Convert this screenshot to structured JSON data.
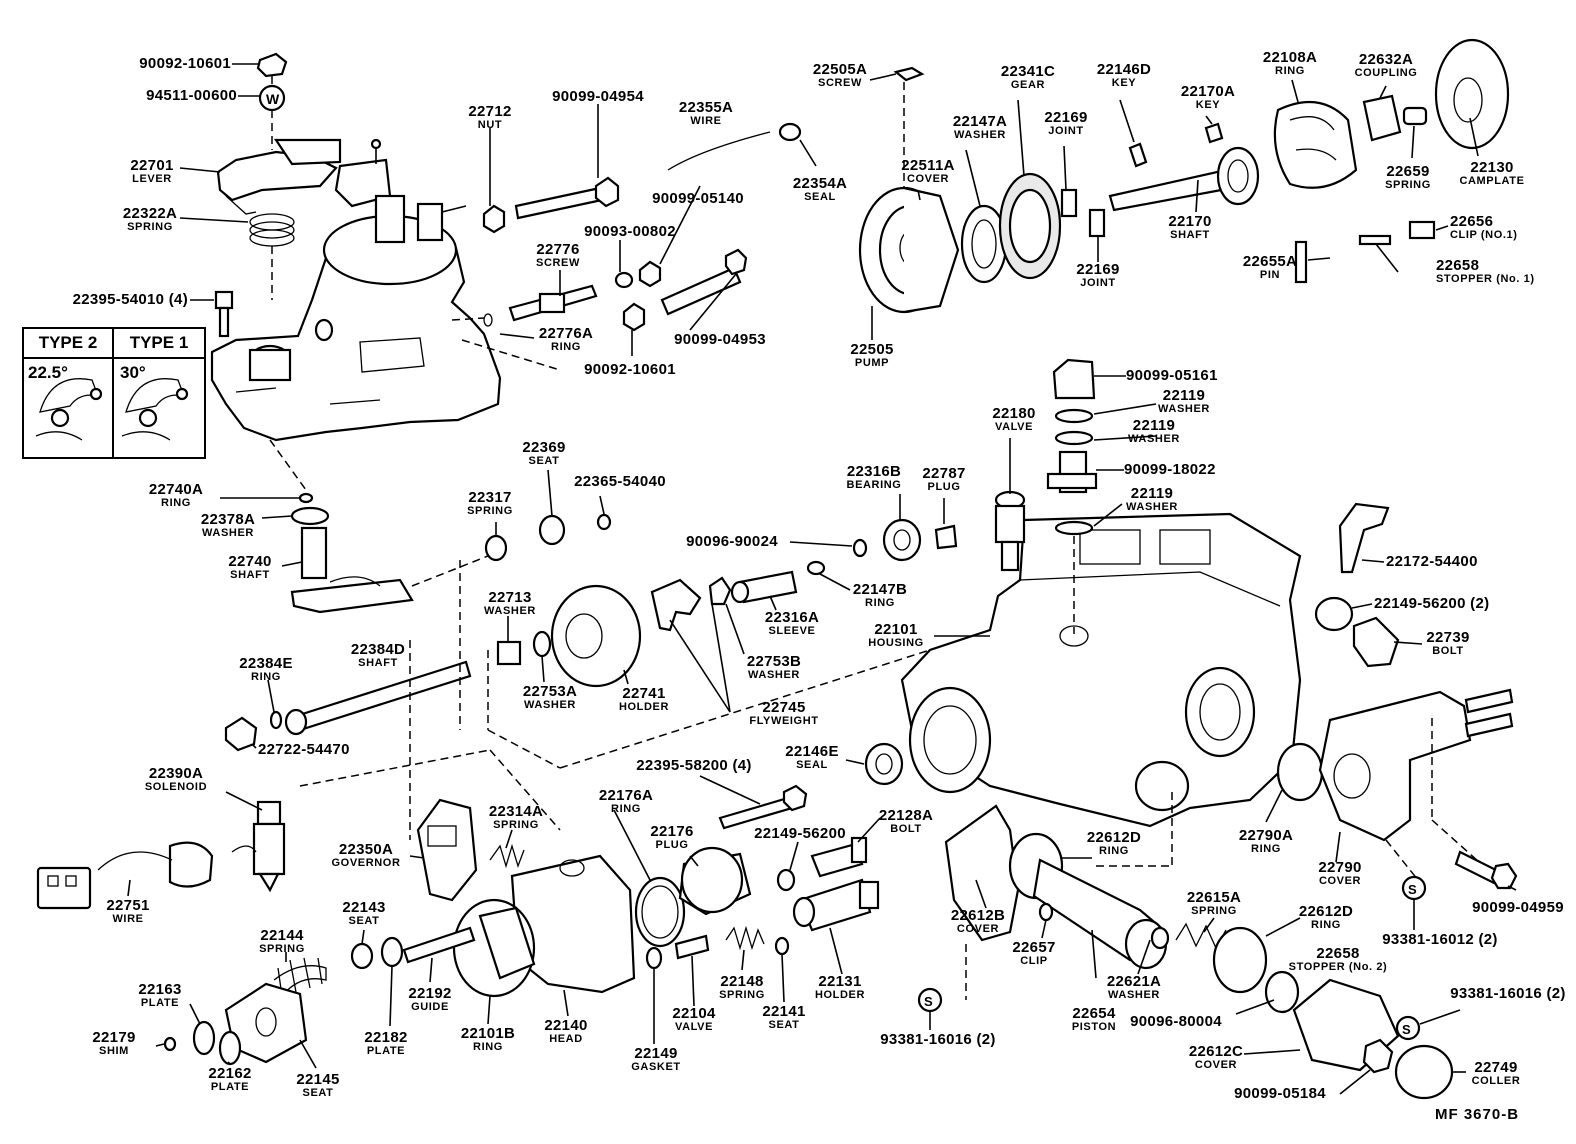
{
  "diagram": {
    "reference_code": "MF  3670-B",
    "type_box": {
      "type2_label": "TYPE 2",
      "type1_label": "TYPE 1",
      "type2_angle": "22.5°",
      "type1_angle": "30°"
    },
    "labels": [
      {
        "pn": "90092-10601",
        "nm": ""
      },
      {
        "pn": "94511-00600",
        "nm": ""
      },
      {
        "pn": "22701",
        "nm": "LEVER"
      },
      {
        "pn": "22322A",
        "nm": "SPRING"
      },
      {
        "pn": "22395-54010 (4)",
        "nm": ""
      },
      {
        "pn": "22712",
        "nm": "NUT"
      },
      {
        "pn": "90099-04954",
        "nm": ""
      },
      {
        "pn": "22355A",
        "nm": "WIRE"
      },
      {
        "pn": "22354A",
        "nm": "SEAL"
      },
      {
        "pn": "90099-05140",
        "nm": ""
      },
      {
        "pn": "90093-00802",
        "nm": ""
      },
      {
        "pn": "22776",
        "nm": "SCREW"
      },
      {
        "pn": "22776A",
        "nm": "RING"
      },
      {
        "pn": "90092-10601",
        "nm": ""
      },
      {
        "pn": "90099-04953",
        "nm": ""
      },
      {
        "pn": "22505A",
        "nm": "SCREW"
      },
      {
        "pn": "22341C",
        "nm": "GEAR"
      },
      {
        "pn": "22146D",
        "nm": "KEY"
      },
      {
        "pn": "22147A",
        "nm": "WASHER"
      },
      {
        "pn": "22169",
        "nm": "JOINT"
      },
      {
        "pn": "22511A",
        "nm": "COVER"
      },
      {
        "pn": "22170A",
        "nm": "KEY"
      },
      {
        "pn": "22108A",
        "nm": "RING"
      },
      {
        "pn": "22632A",
        "nm": "COUPLING"
      },
      {
        "pn": "22659",
        "nm": "SPRING"
      },
      {
        "pn": "22130",
        "nm": "CAMPLATE"
      },
      {
        "pn": "22170",
        "nm": "SHAFT"
      },
      {
        "pn": "22169",
        "nm": "JOINT"
      },
      {
        "pn": "22656",
        "nm": "CLIP (NO.1)"
      },
      {
        "pn": "22655A",
        "nm": "PIN"
      },
      {
        "pn": "22658",
        "nm": "STOPPER (No. 1)"
      },
      {
        "pn": "22505",
        "nm": "PUMP"
      },
      {
        "pn": "90099-05161",
        "nm": ""
      },
      {
        "pn": "22119",
        "nm": "WASHER"
      },
      {
        "pn": "22119",
        "nm": "WASHER"
      },
      {
        "pn": "22180",
        "nm": "VALVE"
      },
      {
        "pn": "90099-18022",
        "nm": ""
      },
      {
        "pn": "22119",
        "nm": "WASHER"
      },
      {
        "pn": "22740A",
        "nm": "RING"
      },
      {
        "pn": "22378A",
        "nm": "WASHER"
      },
      {
        "pn": "22740",
        "nm": "SHAFT"
      },
      {
        "pn": "22369",
        "nm": "SEAT"
      },
      {
        "pn": "22365-54040",
        "nm": ""
      },
      {
        "pn": "22317",
        "nm": "SPRING"
      },
      {
        "pn": "22316B",
        "nm": "BEARING"
      },
      {
        "pn": "22787",
        "nm": "PLUG"
      },
      {
        "pn": "90096-90024",
        "nm": ""
      },
      {
        "pn": "22147B",
        "nm": "RING"
      },
      {
        "pn": "22316A",
        "nm": "SLEEVE"
      },
      {
        "pn": "22172-54400",
        "nm": ""
      },
      {
        "pn": "22149-56200 (2)",
        "nm": ""
      },
      {
        "pn": "22739",
        "nm": "BOLT"
      },
      {
        "pn": "22101",
        "nm": "HOUSING"
      },
      {
        "pn": "22713",
        "nm": "WASHER"
      },
      {
        "pn": "22384D",
        "nm": "SHAFT"
      },
      {
        "pn": "22384E",
        "nm": "RING"
      },
      {
        "pn": "22753A",
        "nm": "WASHER"
      },
      {
        "pn": "22741",
        "nm": "HOLDER"
      },
      {
        "pn": "22753B",
        "nm": "WASHER"
      },
      {
        "pn": "22745",
        "nm": "FLYWEIGHT"
      },
      {
        "pn": "22722-54470",
        "nm": ""
      },
      {
        "pn": "22390A",
        "nm": "SOLENOID"
      },
      {
        "pn": "22395-58200 (4)",
        "nm": ""
      },
      {
        "pn": "22146E",
        "nm": "SEAL"
      },
      {
        "pn": "22176A",
        "nm": "RING"
      },
      {
        "pn": "22314A",
        "nm": "SPRING"
      },
      {
        "pn": "22176",
        "nm": "PLUG"
      },
      {
        "pn": "22149-56200",
        "nm": ""
      },
      {
        "pn": "22128A",
        "nm": "BOLT"
      },
      {
        "pn": "22612D",
        "nm": "RING"
      },
      {
        "pn": "22790A",
        "nm": "RING"
      },
      {
        "pn": "22790",
        "nm": "COVER"
      },
      {
        "pn": "22350A",
        "nm": "GOVERNOR"
      },
      {
        "pn": "22751",
        "nm": "WIRE"
      },
      {
        "pn": "22143",
        "nm": "SEAT"
      },
      {
        "pn": "22144",
        "nm": "SPRING"
      },
      {
        "pn": "22163",
        "nm": "PLATE"
      },
      {
        "pn": "22179",
        "nm": "SHIM"
      },
      {
        "pn": "22162",
        "nm": "PLATE"
      },
      {
        "pn": "22145",
        "nm": "SEAT"
      },
      {
        "pn": "22182",
        "nm": "PLATE"
      },
      {
        "pn": "22192",
        "nm": "GUIDE"
      },
      {
        "pn": "22101B",
        "nm": "RING"
      },
      {
        "pn": "22140",
        "nm": "HEAD"
      },
      {
        "pn": "22149",
        "nm": "GASKET"
      },
      {
        "pn": "22104",
        "nm": "VALVE"
      },
      {
        "pn": "22148",
        "nm": "SPRING"
      },
      {
        "pn": "22141",
        "nm": "SEAT"
      },
      {
        "pn": "22131",
        "nm": "HOLDER"
      },
      {
        "pn": "22612B",
        "nm": "COVER"
      },
      {
        "pn": "22657",
        "nm": "CLIP"
      },
      {
        "pn": "22654",
        "nm": "PISTON"
      },
      {
        "pn": "22621A",
        "nm": "WASHER"
      },
      {
        "pn": "22615A",
        "nm": "SPRING"
      },
      {
        "pn": "22612D",
        "nm": "RING"
      },
      {
        "pn": "22658",
        "nm": "STOPPER (No. 2)"
      },
      {
        "pn": "90096-80004",
        "nm": ""
      },
      {
        "pn": "22612C",
        "nm": "COVER"
      },
      {
        "pn": "90099-05184",
        "nm": ""
      },
      {
        "pn": "22749",
        "nm": "COLLER"
      },
      {
        "pn": "93381-16016 (2)",
        "nm": ""
      },
      {
        "pn": "93381-16016 (2)",
        "nm": ""
      },
      {
        "pn": "93381-16012 (2)",
        "nm": ""
      },
      {
        "pn": "90099-04959",
        "nm": ""
      }
    ],
    "symbols": {
      "washer_mark": "W",
      "seal_mark": "S"
    }
  }
}
